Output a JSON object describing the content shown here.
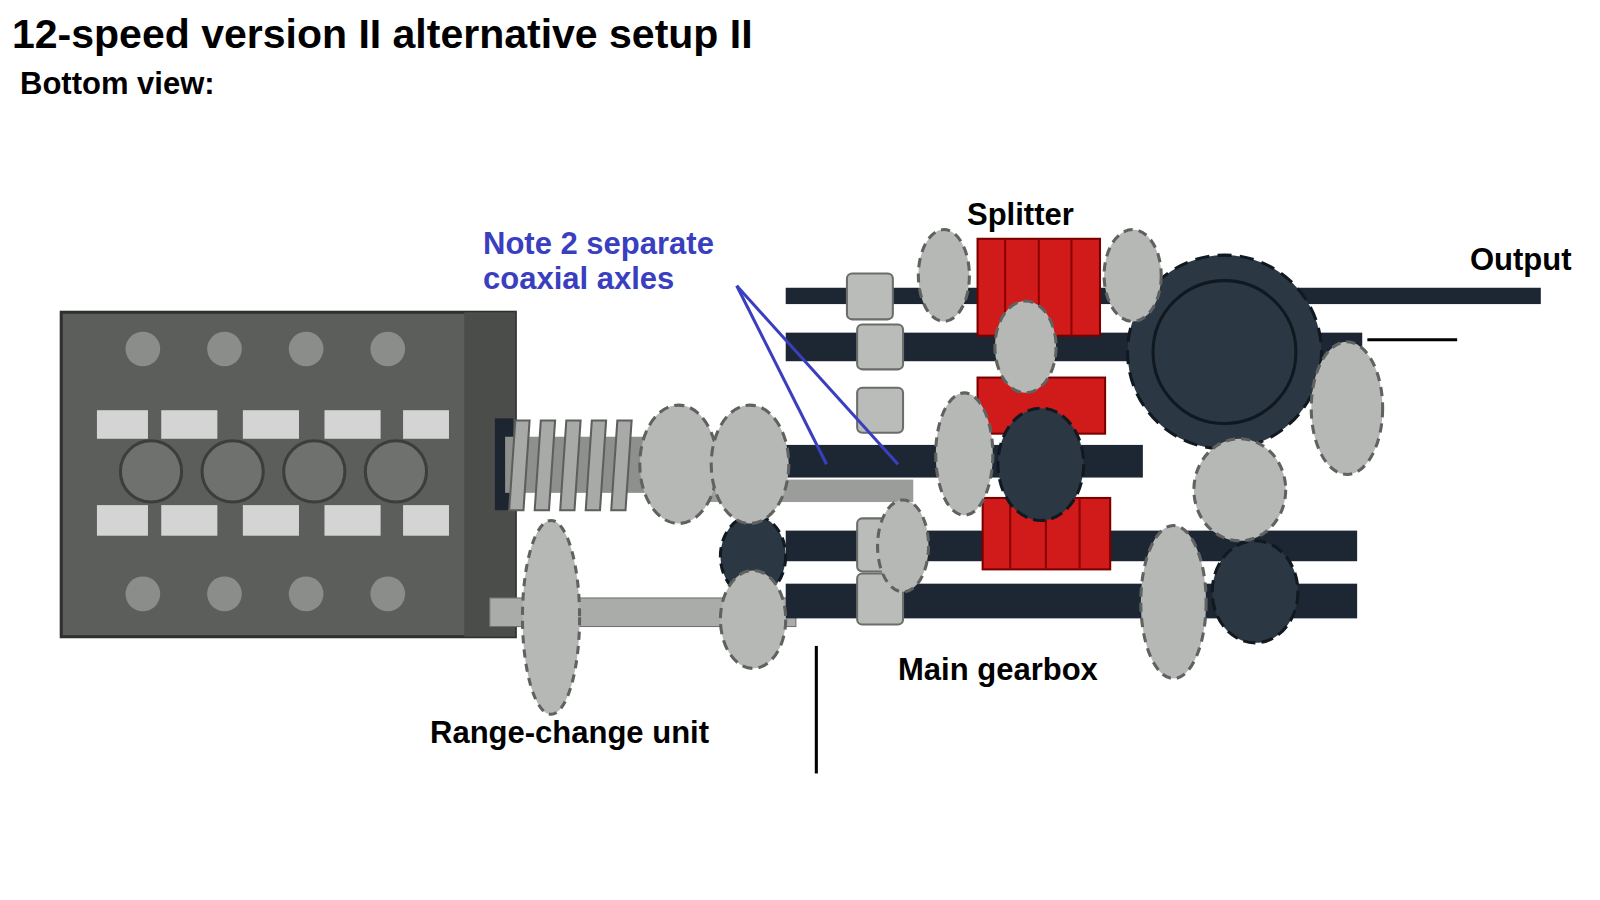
{
  "diagram": {
    "title": "12-speed version II alternative setup II",
    "labels": [
      "Bottom view:",
      "Note 2 separate coaxial axles",
      "Splitter",
      "Output",
      "Main gearbox",
      "Range-change unit"
    ]
  }
}
